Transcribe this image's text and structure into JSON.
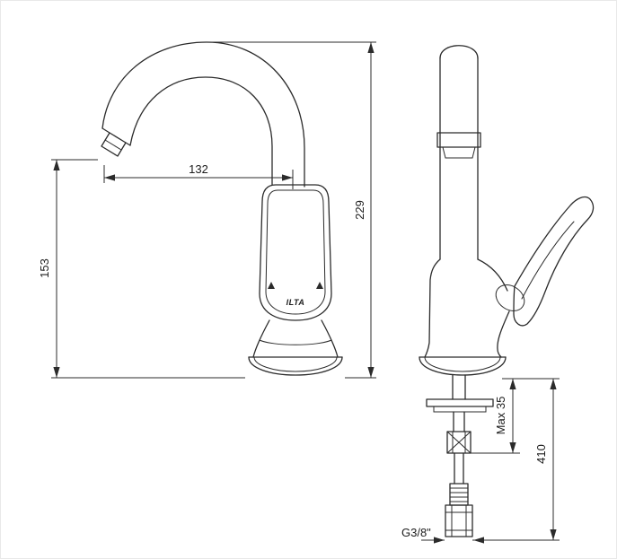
{
  "drawing": {
    "type": "faucet technical dimension drawing, two orthographic views",
    "colors": {
      "line": "#2b2b2b",
      "background": "#ffffff"
    }
  },
  "front_view": {
    "brand_logo": "ILTA"
  },
  "dimensions": {
    "spout_reach": "132",
    "total_height": "229",
    "outlet_height": "153",
    "max_mounting_thickness": "Max 35",
    "hose_length": "410",
    "connection_thread": "G3/8\""
  }
}
